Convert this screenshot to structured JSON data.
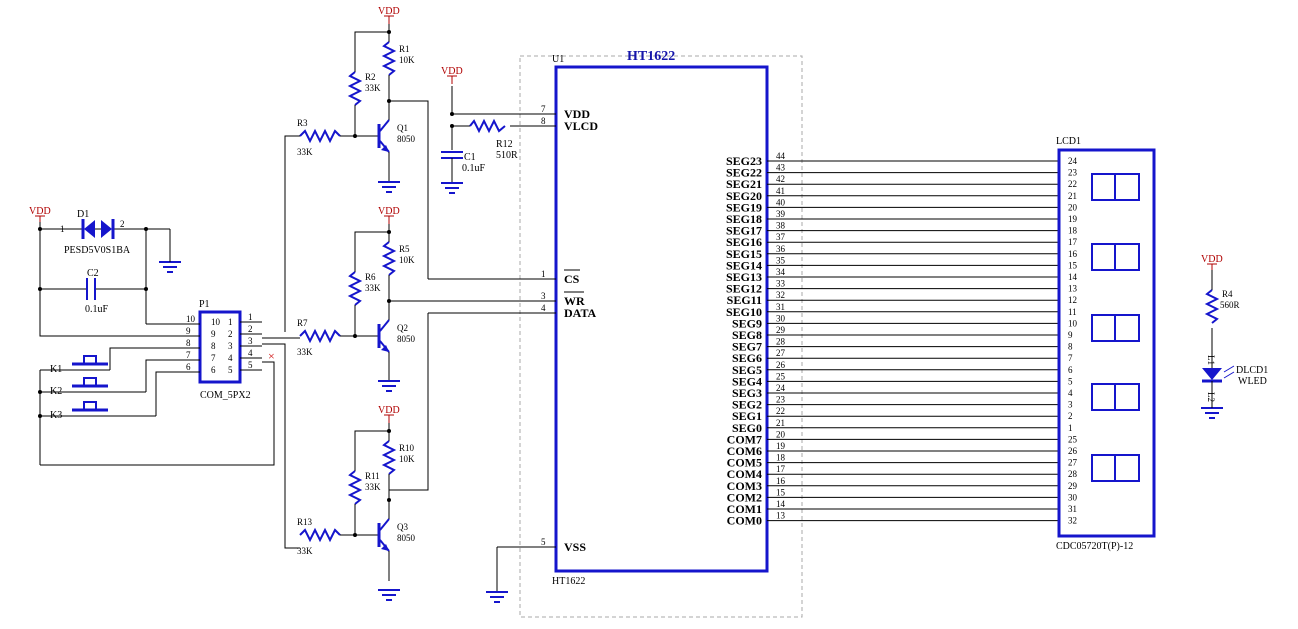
{
  "ic": {
    "ref": "U1",
    "title": "HT1622",
    "footer": "HT1622"
  },
  "vdd_label": "VDD",
  "transistors": [
    {
      "ref": "Q1",
      "value": "8050",
      "rt": "R1",
      "rtv": "10K",
      "rb": "R2",
      "rbv": "33K",
      "rin": "R3",
      "rinv": "33K"
    },
    {
      "ref": "Q2",
      "value": "8050",
      "rt": "R5",
      "rtv": "10K",
      "rb": "R6",
      "rbv": "33K",
      "rin": "R7",
      "rinv": "33K"
    },
    {
      "ref": "Q3",
      "value": "8050",
      "rt": "R10",
      "rtv": "10K",
      "rb": "R11",
      "rbv": "33K",
      "rin": "R13",
      "rinv": "33K"
    }
  ],
  "ic_left_pins": [
    {
      "num": "7",
      "name": "VDD",
      "bar": false
    },
    {
      "num": "8",
      "name": "VLCD",
      "bar": false
    },
    {
      "num": "1",
      "name": "CS",
      "bar": true
    },
    {
      "num": "3",
      "name": "WR",
      "bar": true
    },
    {
      "num": "4",
      "name": "DATA",
      "bar": false
    },
    {
      "num": "5",
      "name": "VSS",
      "bar": false
    }
  ],
  "ic_right_pins": [
    {
      "name": "SEG23",
      "num": "44",
      "lcd": "24"
    },
    {
      "name": "SEG22",
      "num": "43",
      "lcd": "23"
    },
    {
      "name": "SEG21",
      "num": "42",
      "lcd": "22"
    },
    {
      "name": "SEG20",
      "num": "41",
      "lcd": "21"
    },
    {
      "name": "SEG19",
      "num": "40",
      "lcd": "20"
    },
    {
      "name": "SEG18",
      "num": "39",
      "lcd": "19"
    },
    {
      "name": "SEG17",
      "num": "38",
      "lcd": "18"
    },
    {
      "name": "SEG16",
      "num": "37",
      "lcd": "17"
    },
    {
      "name": "SEG15",
      "num": "36",
      "lcd": "16"
    },
    {
      "name": "SEG14",
      "num": "35",
      "lcd": "15"
    },
    {
      "name": "SEG13",
      "num": "34",
      "lcd": "14"
    },
    {
      "name": "SEG12",
      "num": "33",
      "lcd": "13"
    },
    {
      "name": "SEG11",
      "num": "32",
      "lcd": "12"
    },
    {
      "name": "SEG10",
      "num": "31",
      "lcd": "11"
    },
    {
      "name": "SEG9",
      "num": "30",
      "lcd": "10"
    },
    {
      "name": "SEG8",
      "num": "29",
      "lcd": "9"
    },
    {
      "name": "SEG7",
      "num": "28",
      "lcd": "8"
    },
    {
      "name": "SEG6",
      "num": "27",
      "lcd": "7"
    },
    {
      "name": "SEG5",
      "num": "26",
      "lcd": "6"
    },
    {
      "name": "SEG4",
      "num": "25",
      "lcd": "5"
    },
    {
      "name": "SEG3",
      "num": "24",
      "lcd": "4"
    },
    {
      "name": "SEG2",
      "num": "23",
      "lcd": "3"
    },
    {
      "name": "SEG1",
      "num": "22",
      "lcd": "2"
    },
    {
      "name": "SEG0",
      "num": "21",
      "lcd": "1"
    },
    {
      "name": "COM7",
      "num": "20",
      "lcd": "25"
    },
    {
      "name": "COM6",
      "num": "19",
      "lcd": "26"
    },
    {
      "name": "COM5",
      "num": "18",
      "lcd": "27"
    },
    {
      "name": "COM4",
      "num": "17",
      "lcd": "28"
    },
    {
      "name": "COM3",
      "num": "16",
      "lcd": "29"
    },
    {
      "name": "COM2",
      "num": "15",
      "lcd": "30"
    },
    {
      "name": "COM1",
      "num": "14",
      "lcd": "31"
    },
    {
      "name": "COM0",
      "num": "13",
      "lcd": "32"
    }
  ],
  "lcd": {
    "ref": "LCD1",
    "part": "CDC05720T(P)-12"
  },
  "connector": {
    "ref": "P1",
    "part": "COM_5PX2",
    "left": [
      "10",
      "9",
      "8",
      "7",
      "6"
    ],
    "right": [
      "1",
      "2",
      "3",
      "4",
      "5"
    ],
    "inner_left": [
      "10",
      "9",
      "8",
      "7",
      "6"
    ],
    "inner_right": [
      "1",
      "2",
      "3",
      "4",
      "5"
    ]
  },
  "keys": [
    "K1",
    "K2",
    "K3"
  ],
  "diode": {
    "ref": "D1",
    "part": "PESD5V0S1BA",
    "pin1": "1",
    "pin2": "2"
  },
  "c2": {
    "ref": "C2",
    "value": "0.1uF"
  },
  "c1": {
    "ref": "C1",
    "value": "0.1uF"
  },
  "r12": {
    "ref": "R12",
    "value": "510R"
  },
  "led": {
    "ref": "DLCD1",
    "part": "WLED",
    "r": "R4",
    "rv": "560R",
    "l1": "L1",
    "l2": "L2"
  }
}
